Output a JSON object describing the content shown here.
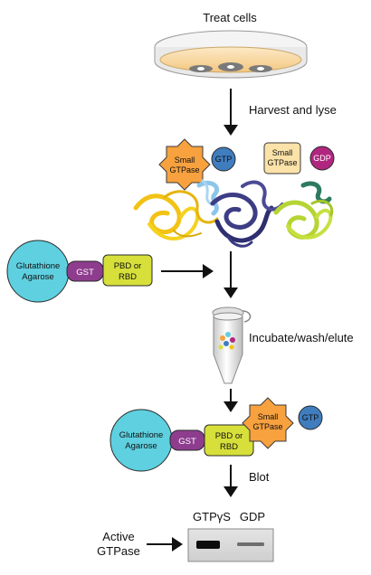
{
  "steps": {
    "treat": "Treat cells",
    "harvest": "Harvest and lyse",
    "incubate": "Incubate/wash/elute",
    "blot": "Blot"
  },
  "molecules": {
    "small_gtpase": [
      "Small",
      "GTPase"
    ],
    "gtp": "GTP",
    "gdp": "GDP",
    "glutathione_agarose": [
      "Glutathione",
      "Agarose"
    ],
    "gst": "GST",
    "pbd_rbd": [
      "PBD or",
      "RBD"
    ]
  },
  "blot": {
    "lane1": "GTPγS",
    "lane2": "GDP",
    "band_label": [
      "Active",
      "GTPase"
    ]
  },
  "colors": {
    "orange": "#f7a13f",
    "gtp_blue": "#3f7dbf",
    "gdp_magenta": "#b0267f",
    "agarose_cyan": "#5ed0e0",
    "gst_purple": "#8e3d8e",
    "pbd_yellow_green": "#d7e03a",
    "inactive_beige": "#fbe2a8"
  }
}
